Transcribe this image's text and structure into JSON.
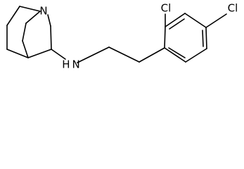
{
  "molecule": {
    "atoms": {
      "quinuclidine_n": "N",
      "amine_nh": "H N",
      "chloro_top": "Cl",
      "chloro_right": "Cl"
    },
    "colors": {
      "bonds": "#000000",
      "labels": "#000000",
      "background": "#ffffff"
    }
  }
}
